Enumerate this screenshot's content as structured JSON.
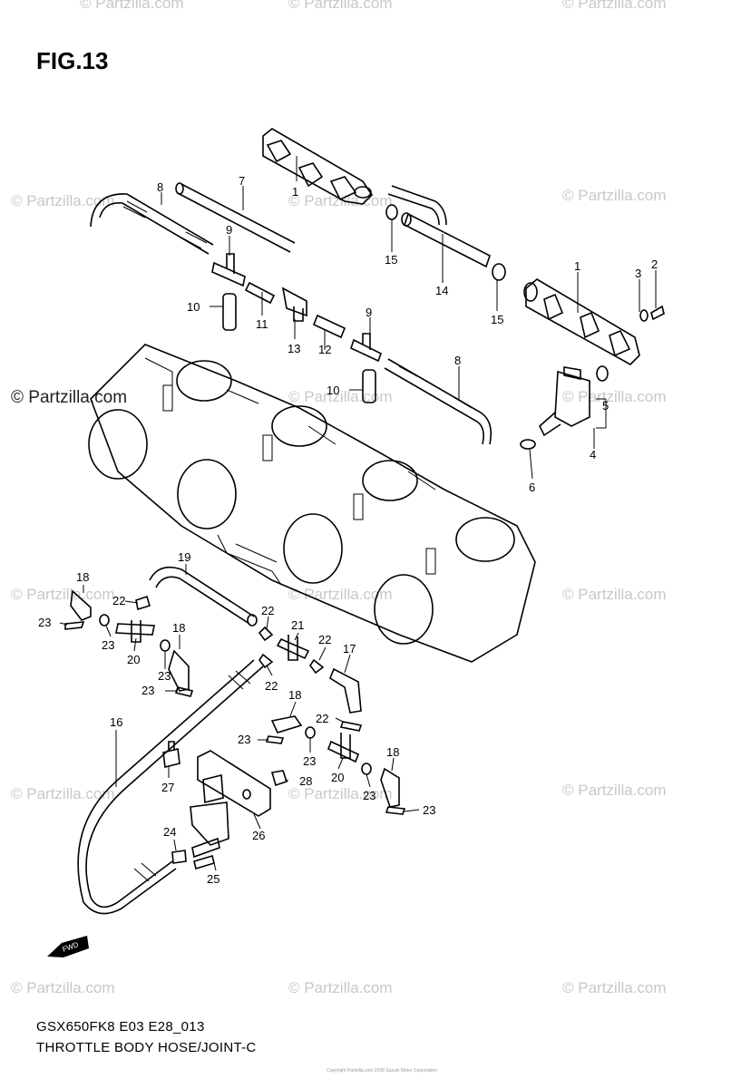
{
  "figure": {
    "title": "FIG.13",
    "model_code": "GSX650FK8 E03 E28_013",
    "caption": "THROTTLE BODY HOSE/JOINT-C",
    "copyright": "Copyright Partzilla.com 2008 Suzuki Motor Corporation"
  },
  "watermark": "© Partzilla.com",
  "fwd_label": "FWD",
  "callouts": {
    "p1a": "1",
    "p1b": "1",
    "p2": "2",
    "p3": "3",
    "p4": "4",
    "p5": "5",
    "p6": "6",
    "p7": "7",
    "p8a": "8",
    "p8b": "8",
    "p9a": "9",
    "p9b": "9",
    "p10a": "10",
    "p10b": "10",
    "p11": "11",
    "p12": "12",
    "p13": "13",
    "p14": "14",
    "p15a": "15",
    "p15b": "15",
    "p16": "16",
    "p17": "17",
    "p18a": "18",
    "p18b": "18",
    "p18c": "18",
    "p18d": "18",
    "p19": "19",
    "p20a": "20",
    "p20b": "20",
    "p21": "21",
    "p22a": "22",
    "p22b": "22",
    "p22c": "22",
    "p22d": "22",
    "p22e": "22",
    "p23a": "23",
    "p23b": "23",
    "p23c": "23",
    "p23d": "23",
    "p23e": "23",
    "p23f": "23",
    "p23g": "23",
    "p24": "24",
    "p25": "25",
    "p26": "26",
    "p27": "27",
    "p28": "28"
  }
}
